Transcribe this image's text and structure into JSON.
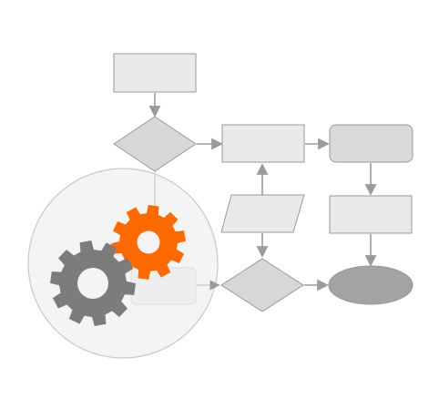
{
  "diagram": {
    "type": "flowchart",
    "description_visible_text": "",
    "colors": {
      "box_fill": "#e9e9e9",
      "box_stroke": "#9a9a9a",
      "decision_fill": "#d7d7d7",
      "terminal_fill": "#a3a3a3",
      "connector": "#9b9b9b",
      "magnifier_fill": "#f4f4f4",
      "magnifier_stroke": "#c8c8c8",
      "gear_primary": "#ff6a00",
      "gear_secondary": "#7c7c7c"
    },
    "icons": [
      "process-box",
      "decision-diamond",
      "rounded-process-box",
      "input-output-parallelogram",
      "terminal-ellipse",
      "orange-gear-icon",
      "gray-gear-icon"
    ]
  }
}
